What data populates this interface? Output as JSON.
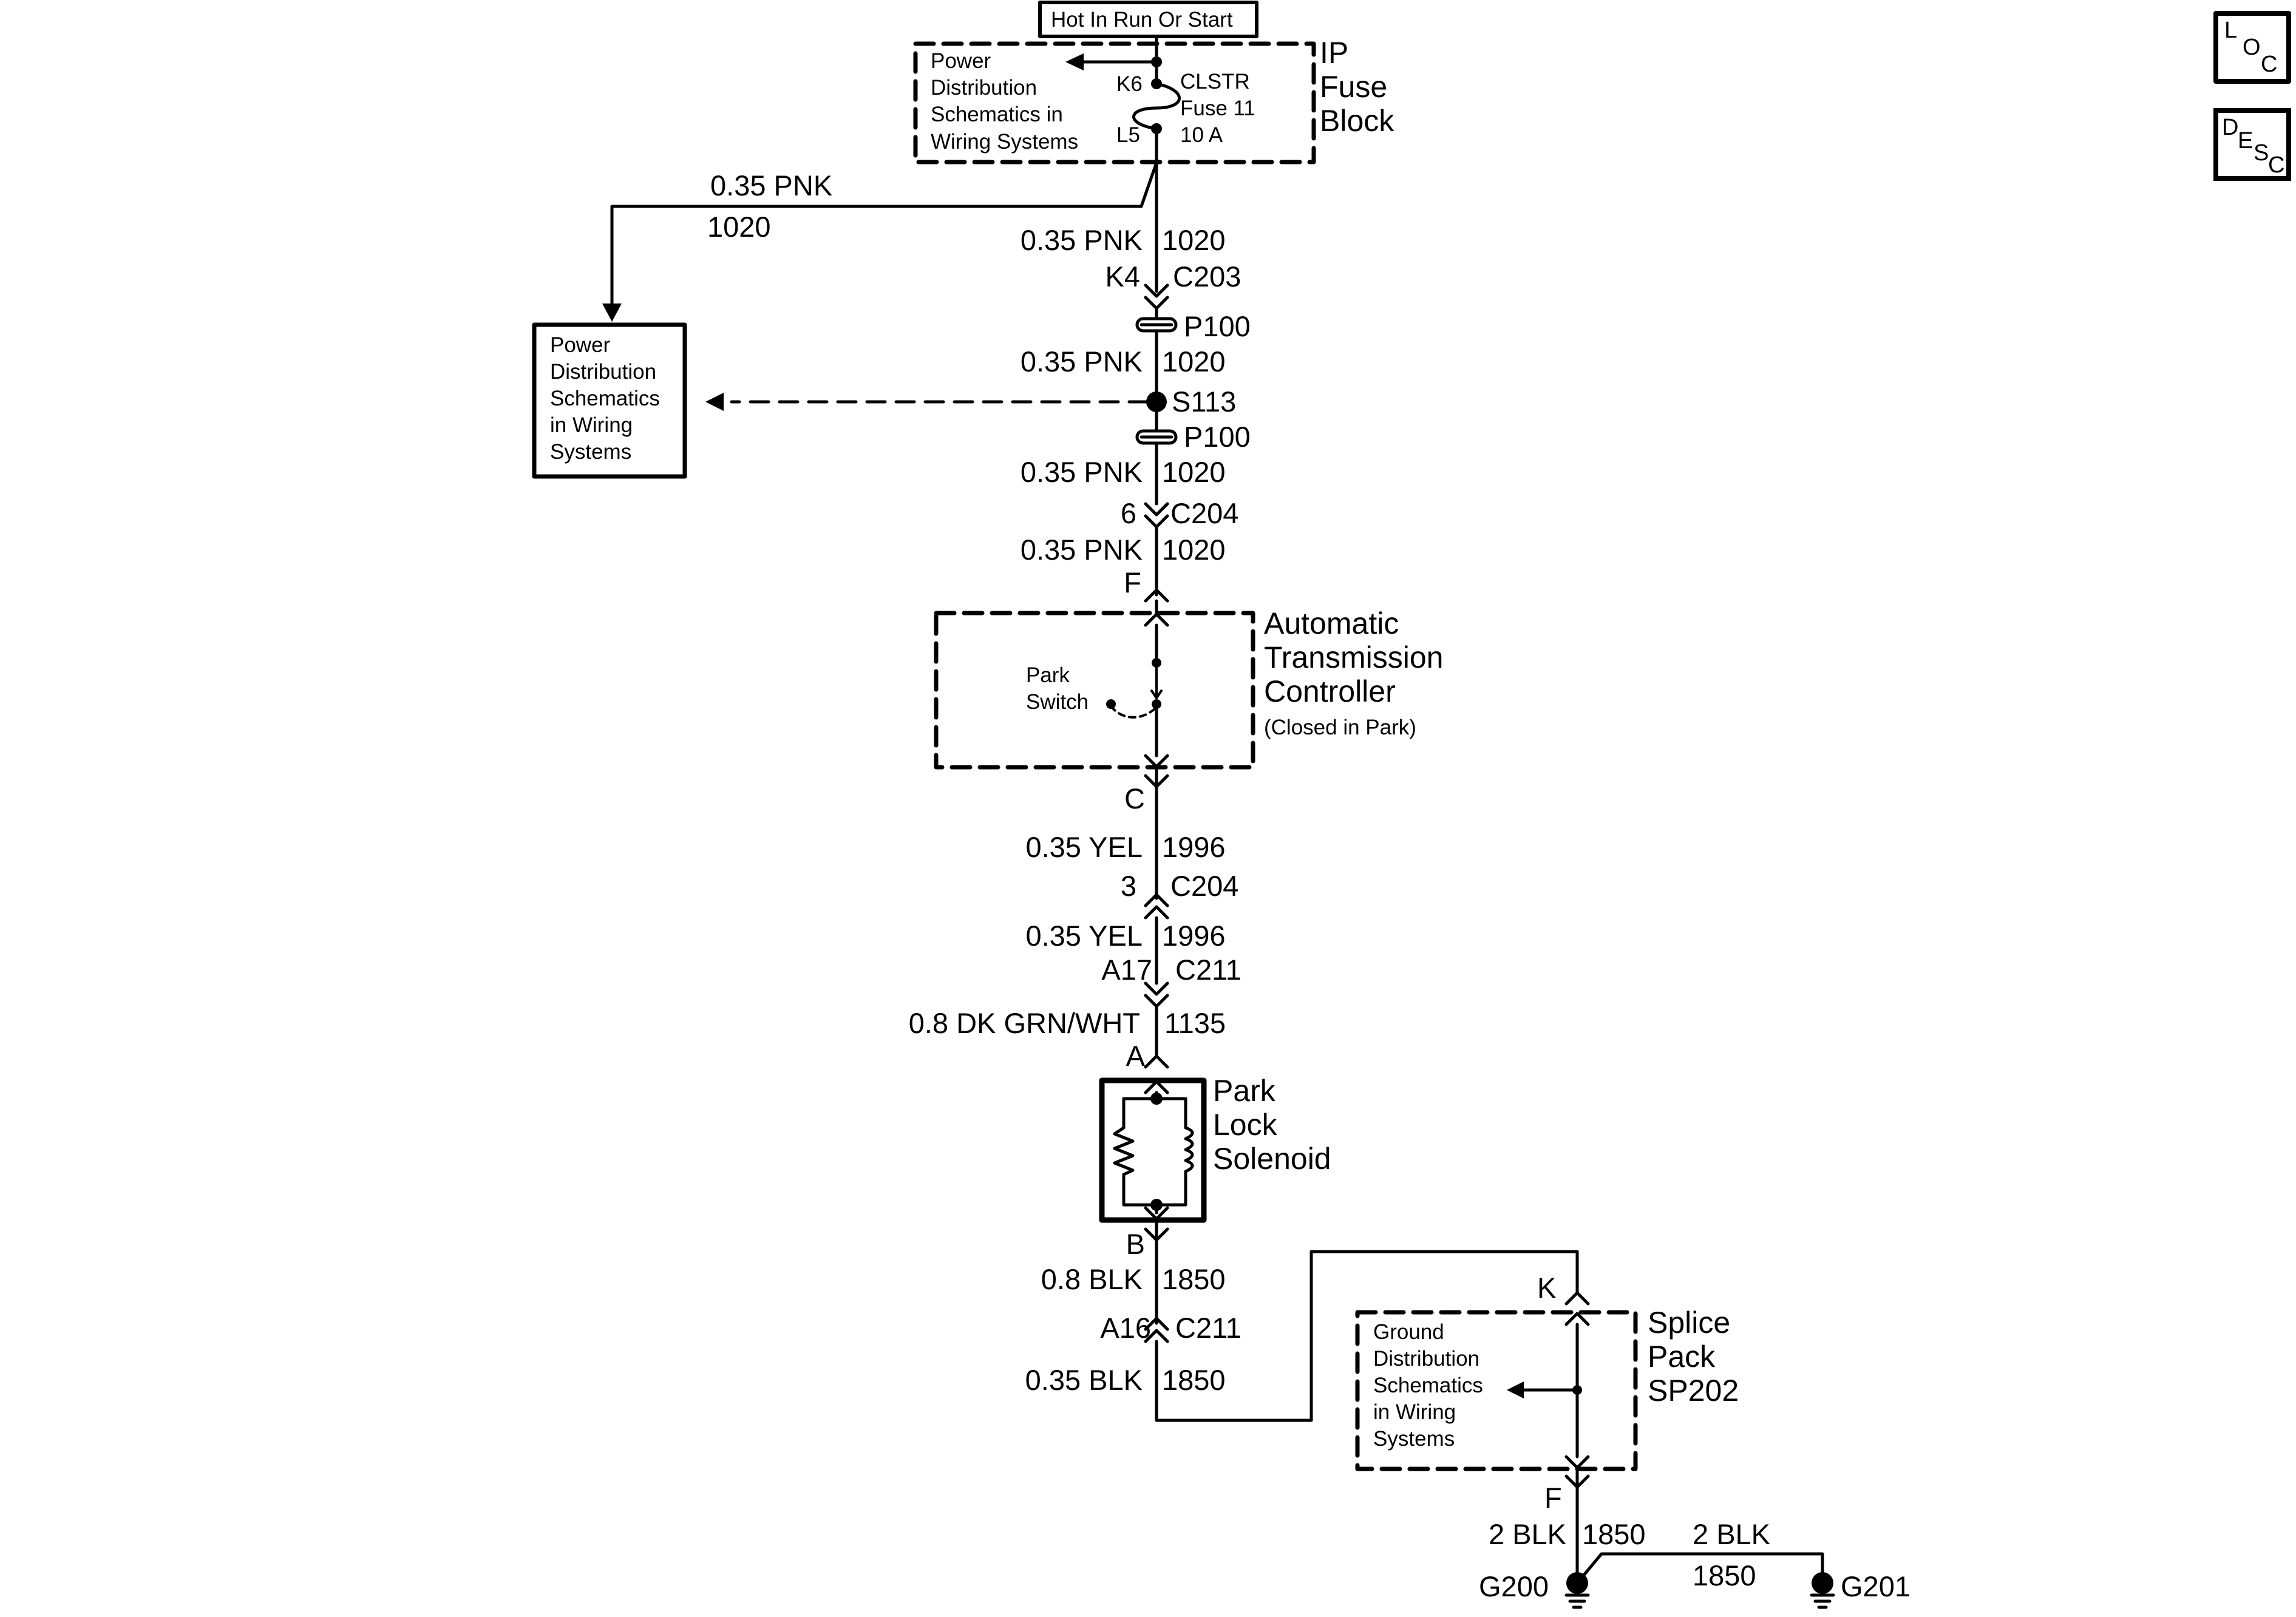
{
  "header": {
    "hot_label": "Hot In Run Or Start"
  },
  "nav": {
    "loc": {
      "l1": "L",
      "l2": "O",
      "l3": "C"
    },
    "desc": {
      "l1": "D",
      "l2": "E",
      "l3": "S",
      "l4": "C"
    }
  },
  "fuse_block": {
    "title_line1": "IP",
    "title_line2": "Fuse",
    "title_line3": "Block",
    "ref_line1": "Power",
    "ref_line2": "Distribution",
    "ref_line3": "Schematics in",
    "ref_line4": "Wiring Systems",
    "pin_top": "K6",
    "pin_bottom": "L5",
    "fuse_line1": "CLSTR",
    "fuse_line2": "Fuse 11",
    "fuse_line3": "10 A"
  },
  "branch_wire": {
    "gauge_color": "0.35 PNK",
    "circuit": "1020"
  },
  "left_ref_box": {
    "line1": "Power",
    "line2": "Distribution",
    "line3": "Schematics",
    "line4": "in Wiring",
    "line5": "Systems"
  },
  "labels": {
    "w1": "0.35 PNK",
    "w1c": "1020",
    "k4": "K4",
    "c203": "C203",
    "p100a": "P100",
    "w2": "0.35 PNK",
    "w2c": "1020",
    "s113": "S113",
    "p100b": "P100",
    "w3": "0.35 PNK",
    "w3c": "1020",
    "pin6": "6",
    "c204a": "C204",
    "w4": "0.35 PNK",
    "w4c": "1020",
    "pinF": "F",
    "pinC": "C",
    "w5": "0.35 YEL",
    "w5c": "1996",
    "pin3": "3",
    "c204b": "C204",
    "w6": "0.35 YEL",
    "w6c": "1996",
    "a17": "A17",
    "c211a": "C211",
    "w7": "0.8 DK GRN/WHT",
    "w7c": "1135",
    "pinA": "A",
    "pinB": "B",
    "w8": "0.8 BLK",
    "w8c": "1850",
    "a16": "A16",
    "c211b": "C211",
    "w9": "0.35 BLK",
    "w9c": "1850"
  },
  "atc": {
    "title_line1": "Automatic",
    "title_line2": "Transmission",
    "title_line3": "Controller",
    "note": "(Closed in Park)",
    "switch_line1": "Park",
    "switch_line2": "Switch"
  },
  "solenoid": {
    "line1": "Park",
    "line2": "Lock",
    "line3": "Solenoid"
  },
  "splice_pack": {
    "pin_top": "K",
    "pin_bottom": "F",
    "title_line1": "Splice",
    "title_line2": "Pack",
    "title_line3": "SP202",
    "ref_line1": "Ground",
    "ref_line2": "Distribution",
    "ref_line3": "Schematics",
    "ref_line4": "in Wiring",
    "ref_line5": "Systems"
  },
  "ground": {
    "w_left": "2 BLK",
    "w_left_c": "1850",
    "w_right": "2 BLK",
    "w_right_c": "1850",
    "g200": "G200",
    "g201": "G201"
  }
}
